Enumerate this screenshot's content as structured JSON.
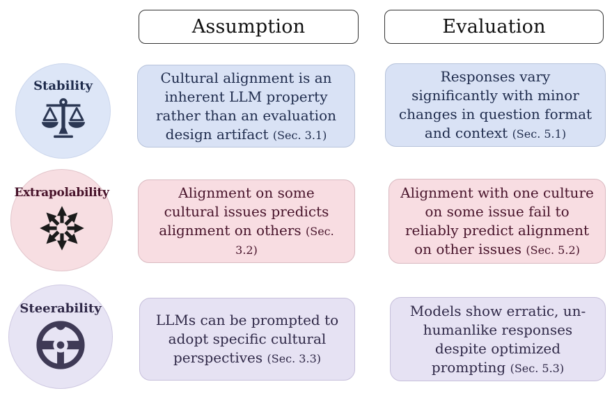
{
  "headers": {
    "assumption": "Assumption",
    "evaluation": "Evaluation",
    "border_color": "#333333"
  },
  "rows": [
    {
      "label": "Stability",
      "icon": "balance-scale-icon",
      "theme": {
        "circle_bg": "#dde6f7",
        "circle_border": "#cbd6ec",
        "box_bg": "#d9e2f5",
        "box_border": "#b6c2da",
        "ink": "#1e2b4c",
        "icon": "#2b3753"
      },
      "assumption": {
        "text": "Cultural alignment is an inherent LLM property rather than an evaluation design artifact",
        "sec": "(Sec. 3.1)"
      },
      "evaluation": {
        "text": "Responses vary significantly with minor changes in question format and context",
        "sec": "(Sec. 5.1)"
      }
    },
    {
      "label": "Extrapolability",
      "icon": "radiating-arrows-icon",
      "theme": {
        "circle_bg": "#f7dee2",
        "circle_border": "#e2c5cb",
        "box_bg": "#f8dde2",
        "box_border": "#d9b9c0",
        "ink": "#47132a",
        "icon": "#1b1b1b"
      },
      "assumption": {
        "text": "Alignment on some cultural issues predicts alignment on others",
        "sec": "(Sec. 3.2)"
      },
      "evaluation": {
        "text": "Alignment with one culture on some issue fail to reliably predict alignment on other issues",
        "sec": "(Sec. 5.2)"
      }
    },
    {
      "label": "Steerability",
      "icon": "steering-wheel-icon",
      "theme": {
        "circle_bg": "#e7e4f4",
        "circle_border": "#cfc9e2",
        "box_bg": "#e6e2f3",
        "box_border": "#c6bfdb",
        "ink": "#2f2847",
        "icon": "#3f3a56"
      },
      "assumption": {
        "text": "LLMs can be prompted to adopt specific cultural perspectives",
        "sec": "(Sec. 3.3)"
      },
      "evaluation": {
        "text": "Models show erratic, un-humanlike responses despite optimized prompting",
        "sec": "(Sec. 5.3)"
      }
    }
  ]
}
